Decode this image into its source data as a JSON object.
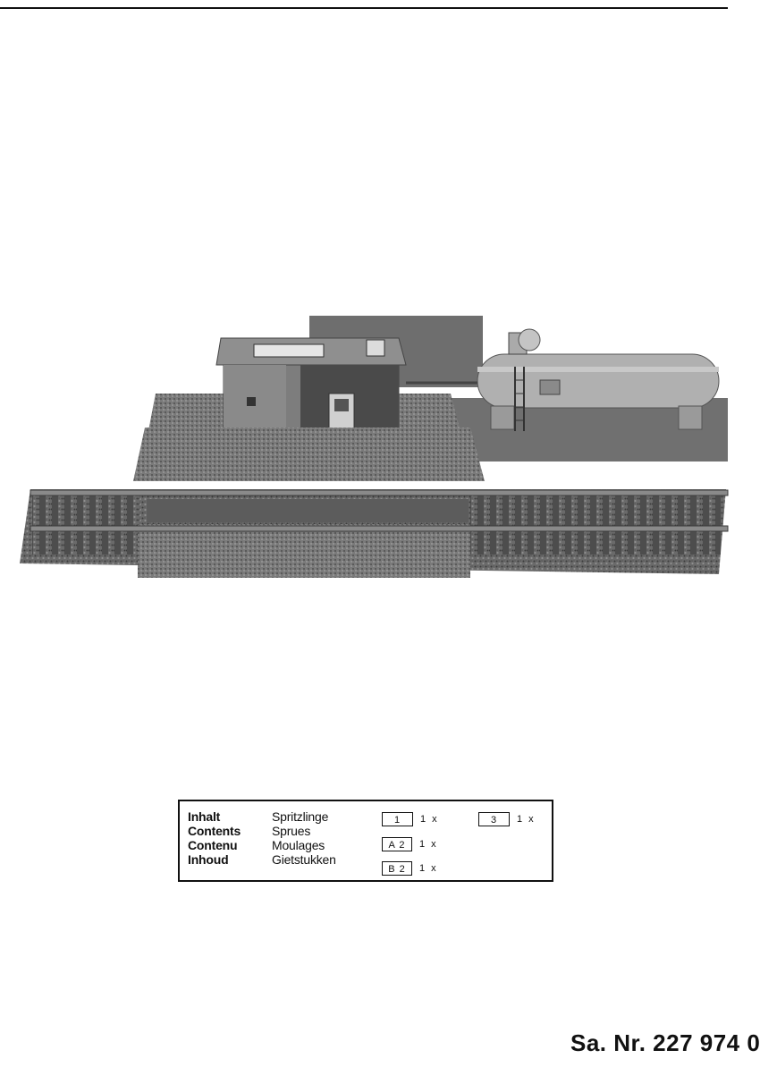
{
  "contents": {
    "labels": [
      "Inhalt",
      "Contents",
      "Contenu",
      "Inhoud"
    ],
    "terms": [
      "Spritzlinge",
      "Sprues",
      "Moulages",
      "Gietstukken"
    ],
    "sprues": [
      {
        "code": "1",
        "qty": "1 x"
      },
      {
        "code": "3",
        "qty": "1 x"
      },
      {
        "code": "A 2",
        "qty": "1 x"
      },
      {
        "code": "B 2",
        "qty": "1 x"
      }
    ]
  },
  "footer": {
    "article_number": "Sa. Nr. 227 974 0"
  }
}
